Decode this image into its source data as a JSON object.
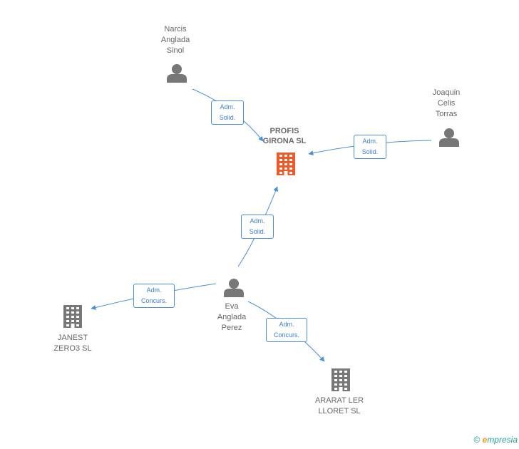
{
  "nodes": [
    {
      "id": "narcis",
      "type": "person",
      "label": "Narcis\nAnglada\nSinol",
      "color": "#777777"
    },
    {
      "id": "joaquin",
      "type": "person",
      "label": "Joaquin\nCelis\nTorras",
      "color": "#777777"
    },
    {
      "id": "profis",
      "type": "company",
      "label": "PROFIS\nGIRONA SL",
      "color": "#f05a28",
      "main": true
    },
    {
      "id": "eva",
      "type": "person",
      "label": "Eva\nAnglada\nPerez",
      "color": "#777777"
    },
    {
      "id": "janest",
      "type": "company",
      "label": "JANEST\nZERO3 SL",
      "color": "#777777"
    },
    {
      "id": "ararat",
      "type": "company",
      "label": "ARARAT LER\nLLORET SL",
      "color": "#777777"
    }
  ],
  "edges": [
    {
      "from": "narcis",
      "to": "profis",
      "label": "Adm.\nSolid."
    },
    {
      "from": "joaquin",
      "to": "profis",
      "label": "Adm.\nSolid."
    },
    {
      "from": "eva",
      "to": "profis",
      "label": "Adm.\nSolid."
    },
    {
      "from": "eva",
      "to": "janest",
      "label": "Adm.\nConcurs."
    },
    {
      "from": "eva",
      "to": "ararat",
      "label": "Adm.\nConcurs."
    }
  ],
  "colors": {
    "edge": "#4a90d9",
    "edge_text": "#3a7fd0",
    "person": "#777777",
    "main_company": "#f05a28"
  },
  "footer": {
    "copyright": "©",
    "brand_first": "e",
    "brand_rest": "mpresia"
  }
}
